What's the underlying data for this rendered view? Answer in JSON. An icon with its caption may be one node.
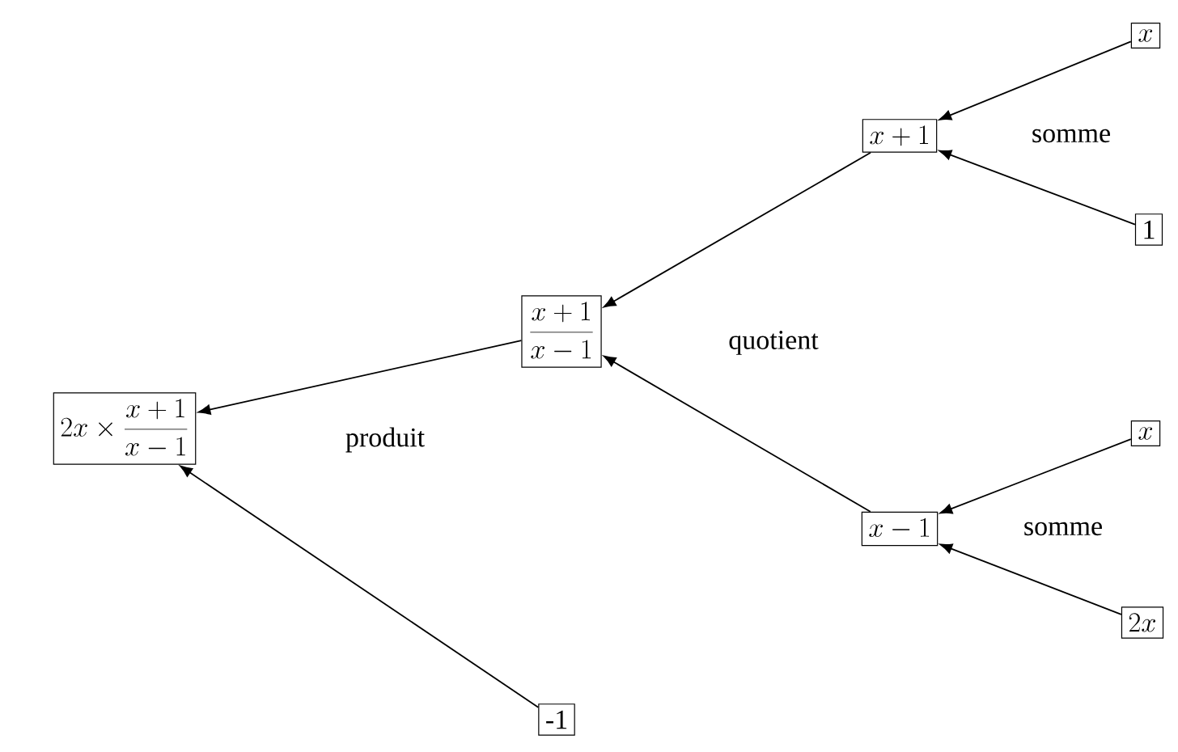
{
  "diagram": {
    "nodes": [
      {
        "text": [
          "2x \\times \\frac{x+1}{x-1}"
        ]
      },
      {
        "text": [
          "\\frac{x+1}{x-1}"
        ]
      },
      {
        "text": [
          "x+1"
        ]
      },
      {
        "text": [
          "x"
        ]
      },
      {
        "text": [
          "1"
        ]
      },
      {
        "text": [
          "x-1"
        ]
      },
      {
        "text": [
          "x"
        ]
      },
      {
        "text": [
          "2x"
        ]
      },
      {
        "text": [
          "-1"
        ]
      }
    ],
    "edges": [
      {
        "from": 3,
        "to": 2,
        "arrow": "to"
      },
      {
        "from": 4,
        "to": 2,
        "arrow": "to"
      },
      {
        "from": 6,
        "to": 5,
        "arrow": "to"
      },
      {
        "from": 7,
        "to": 5,
        "arrow": "to"
      },
      {
        "from": 2,
        "to": 1,
        "arrow": "to"
      },
      {
        "from": 5,
        "to": 1,
        "arrow": "to"
      },
      {
        "from": 1,
        "to": 0,
        "arrow": "to"
      },
      {
        "from": 8,
        "to": 0,
        "arrow": "to"
      }
    ],
    "labels": [
      "somme",
      "quotient",
      "produit",
      "somme"
    ]
  }
}
